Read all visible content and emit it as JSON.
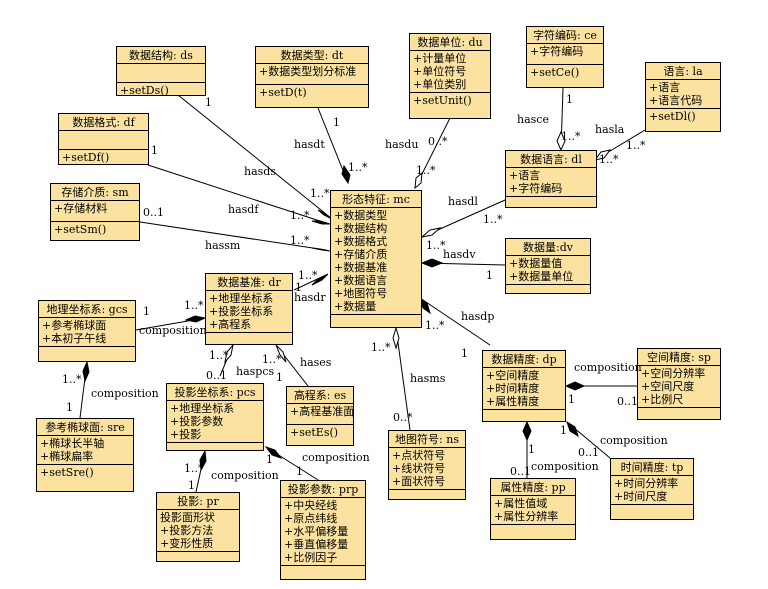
{
  "classes": {
    "ds": {
      "name": "数据结构: ds",
      "attrs": [],
      "ops": [
        "+setDs()"
      ]
    },
    "dt": {
      "name": "数据类型: dt",
      "attrs": [
        "+数据类型划分标准"
      ],
      "ops": [
        "+setD(t)"
      ]
    },
    "du": {
      "name": "数据单位: du",
      "attrs": [
        "+计量单位",
        "+单位符号",
        "+单位类别"
      ],
      "ops": [
        "+setUnit()"
      ]
    },
    "ce": {
      "name": "字符编码: ce",
      "attrs": [
        "+字符编码"
      ],
      "ops": [
        "+setCe()"
      ]
    },
    "la": {
      "name": "语言: la",
      "attrs": [
        "+语言",
        "+语言代码"
      ],
      "ops": [
        "+setDl()"
      ]
    },
    "df": {
      "name": "数据格式: df",
      "attrs": [],
      "ops": [
        "+setDf()"
      ]
    },
    "dl": {
      "name": "数据语言: dl",
      "attrs": [
        "+语言",
        "+字符编码"
      ],
      "ops": []
    },
    "sm": {
      "name": "存储介质: sm",
      "attrs": [
        "+存储材料"
      ],
      "ops": [
        "+setSm()"
      ]
    },
    "mc": {
      "name": "形态特征: mc",
      "attrs": [
        "+数据类型",
        "+数据结构",
        "+数据格式",
        "+存储介质",
        "+数据基准",
        "+数据语言",
        "+地图符号",
        "+数据量"
      ],
      "ops": []
    },
    "dv": {
      "name": "数据量:dv",
      "attrs": [
        "+数据量值",
        "+数据量单位"
      ],
      "ops": []
    },
    "dr": {
      "name": "数据基准: dr",
      "attrs": [
        "+地理坐标系",
        "+投影坐标系",
        "+高程系"
      ],
      "ops": []
    },
    "gcs": {
      "name": "地理坐标系: gcs",
      "attrs": [
        "+参考椭球面",
        "+本初子午线"
      ],
      "ops": []
    },
    "es": {
      "name": "高程系: es",
      "attrs": [
        "+高程基准面"
      ],
      "ops": [
        "+setEs()"
      ]
    },
    "pcs": {
      "name": "投影坐标系: pcs",
      "attrs": [
        "+地理坐标系",
        "+投影参数",
        "+投影"
      ],
      "ops": []
    },
    "sre": {
      "name": "参考椭球面: sre",
      "attrs": [
        "+椭球长半轴",
        "+椭球扁率"
      ],
      "ops": [
        "+setSre()"
      ]
    },
    "ns": {
      "name": "地图符号: ns",
      "attrs": [
        "+点状符号",
        "+线状符号",
        "+面状符号"
      ],
      "ops": []
    },
    "dp": {
      "name": "数据精度: dp",
      "attrs": [
        "+空间精度",
        "+时间精度",
        "+属性精度"
      ],
      "ops": []
    },
    "sp": {
      "name": "空间精度: sp",
      "attrs": [
        "+空间分辨率",
        "+空间尺度",
        "+比例尺"
      ],
      "ops": []
    },
    "pr": {
      "name": "投影: pr",
      "attrs": [
        "投影面形状",
        "+投影方法",
        "+变形性质"
      ],
      "ops": []
    },
    "prp": {
      "name": "投影参数: prp",
      "attrs": [
        "+中央经线",
        "+原点纬线",
        "+水平偏移量",
        "+垂直偏移量",
        "+比例因子"
      ],
      "ops": []
    },
    "pp": {
      "name": "属性精度: pp",
      "attrs": [
        "+属性值域",
        "+属性分辨率"
      ],
      "ops": []
    },
    "tp": {
      "name": "时间精度: tp",
      "attrs": [
        "+时间分辨率",
        "+时间尺度"
      ],
      "ops": []
    }
  },
  "labels": {
    "hasds": "hasds",
    "hasdt": "hasdt",
    "hasdu": "hasdu",
    "hasce": "hasce",
    "hasla": "hasla",
    "hasdl": "hasdl",
    "hasdf": "hasdf",
    "hassm": "hassm",
    "hasdv": "hasdv",
    "hasdr": "hasdr",
    "hasdp": "hasdp",
    "hasms": "hasms",
    "haspcs": "haspcs",
    "hases": "hases",
    "comp_gcs": "composition",
    "comp_sre": "composition",
    "comp_pr": "composition",
    "comp_prp": "composition",
    "comp_sp": "composition",
    "comp_pp": "composition",
    "comp_tp": "composition",
    "m_one": "1",
    "m_many": "1..*",
    "m_opt_many": "0..*",
    "m_zero_one": "0..1"
  }
}
